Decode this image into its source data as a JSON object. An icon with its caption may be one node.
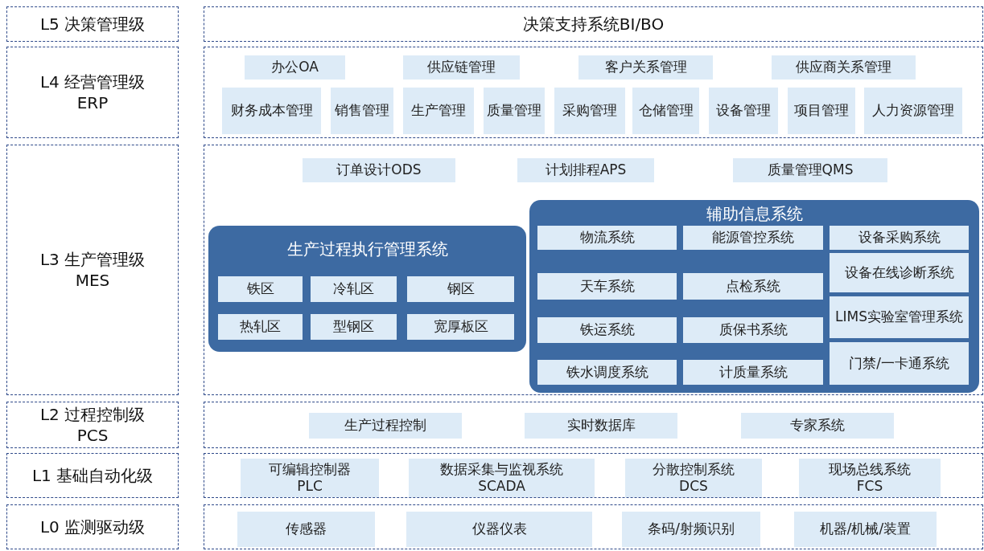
{
  "diagram": {
    "nodes": [
      {
        "text": [
          "L5 决策管理级"
        ]
      },
      {
        "text": [
          "决策支持系统BI/BO"
        ]
      },
      {
        "text": [
          "L4 经营管理级",
          "ERP"
        ]
      },
      {
        "text": [],
        "shape": "box"
      },
      {
        "text": [
          "办公OA"
        ],
        "in": 3
      },
      {
        "text": [
          "供应链管理"
        ],
        "in": 3
      },
      {
        "text": [
          "客户关系管理"
        ],
        "in": 3
      },
      {
        "text": [
          "供应商关系管理"
        ],
        "in": 3
      },
      {
        "text": [
          "财务成本管理"
        ],
        "in": 3
      },
      {
        "text": [
          "销售管理"
        ],
        "in": 3
      },
      {
        "text": [
          "生产管理"
        ],
        "in": 3
      },
      {
        "text": [
          "质量管理"
        ],
        "in": 3
      },
      {
        "text": [
          "采购管理"
        ],
        "in": 3
      },
      {
        "text": [
          "仓储管理"
        ],
        "in": 3
      },
      {
        "text": [
          "设备管理"
        ],
        "in": 3
      },
      {
        "text": [
          "项目管理"
        ],
        "in": 3
      },
      {
        "text": [
          "人力资源管理"
        ],
        "in": 3
      },
      {
        "text": [
          "L3 生产管理级",
          "MES"
        ]
      },
      {
        "text": [],
        "shape": "box"
      },
      {
        "text": [
          "订单设计ODS"
        ],
        "in": 18
      },
      {
        "text": [
          "计划排程APS"
        ],
        "in": 18
      },
      {
        "text": [
          "质量管理QMS"
        ],
        "in": 18
      },
      {
        "text": [
          "生产过程执行管理系统"
        ],
        "in": 18
      },
      {
        "text": [
          "铁区"
        ],
        "in": 22
      },
      {
        "text": [
          "冷轧区"
        ],
        "in": 22
      },
      {
        "text": [
          "钢区"
        ],
        "in": 22
      },
      {
        "text": [
          "热轧区"
        ],
        "in": 22
      },
      {
        "text": [
          "型钢区"
        ],
        "in": 22
      },
      {
        "text": [
          "宽厚板区"
        ],
        "in": 22
      },
      {
        "text": [
          "辅助信息系统"
        ],
        "in": 18
      },
      {
        "text": [
          "物流系统"
        ],
        "in": 29
      },
      {
        "text": [
          "能源管控系统"
        ],
        "in": 29
      },
      {
        "text": [
          "设备采购系统"
        ],
        "in": 29
      },
      {
        "text": [
          "天车系统"
        ],
        "in": 29
      },
      {
        "text": [
          "点检系统"
        ],
        "in": 29
      },
      {
        "text": [
          "设备在线诊断系统"
        ],
        "in": 29
      },
      {
        "text": [
          "铁运系统"
        ],
        "in": 29
      },
      {
        "text": [
          "质保书系统"
        ],
        "in": 29
      },
      {
        "text": [
          "LIMS实验室管理系统"
        ],
        "in": 29
      },
      {
        "text": [
          "铁水调度系统"
        ],
        "in": 29
      },
      {
        "text": [
          "计质量系统"
        ],
        "in": 29
      },
      {
        "text": [
          "门禁/一卡通系统"
        ],
        "in": 29
      },
      {
        "text": [
          "L2 过程控制级",
          "PCS"
        ]
      },
      {
        "text": [],
        "shape": "box"
      },
      {
        "text": [
          "生产过程控制"
        ],
        "in": 43
      },
      {
        "text": [
          "实时数据库"
        ],
        "in": 43
      },
      {
        "text": [
          "专家系统"
        ],
        "in": 43
      },
      {
        "text": [
          "L1 基础自动化级"
        ]
      },
      {
        "text": [],
        "shape": "box"
      },
      {
        "text": [
          "可编辑控制器",
          "PLC"
        ],
        "in": 48
      },
      {
        "text": [
          "数据采集与监视系统",
          "SCADA"
        ],
        "in": 48
      },
      {
        "text": [
          "分散控制系统",
          "DCS"
        ],
        "in": 48
      },
      {
        "text": [
          "现场总线系统",
          "FCS"
        ],
        "in": 48
      },
      {
        "text": [
          "L0 监测驱动级"
        ]
      },
      {
        "text": [],
        "shape": "box"
      },
      {
        "text": [
          "传感器"
        ],
        "in": 54
      },
      {
        "text": [
          "仪器仪表"
        ],
        "in": 54
      },
      {
        "text": [
          "条码/射频识别"
        ],
        "in": 54
      },
      {
        "text": [
          "机器/机械/装置"
        ],
        "in": 54
      }
    ]
  }
}
